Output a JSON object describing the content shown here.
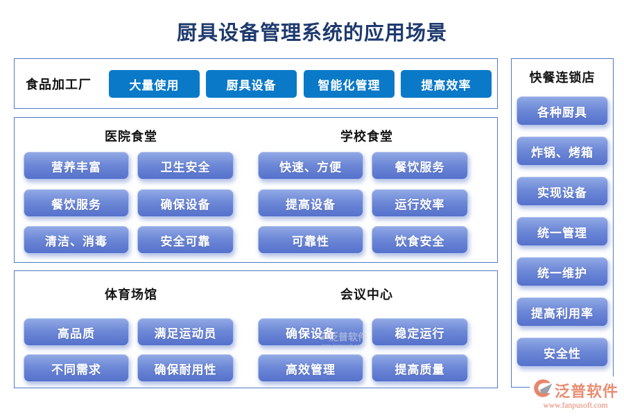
{
  "title": "厨具设备管理系统的应用场景",
  "colors": {
    "title_navy": "#1e3a6e",
    "flat_button_blue": "#0a79c8",
    "gradient_button_top": "#91a9e5",
    "gradient_button_bottom": "#5571cb",
    "box_border_blue": "#4e79c6",
    "logo_coral": "#e88d73"
  },
  "sections": {
    "food_factory": {
      "label": "食品加工厂",
      "buttons": [
        "大量使用",
        "厨具设备",
        "智能化管理",
        "提高效率"
      ]
    },
    "hospital": {
      "label": "医院食堂",
      "buttons": [
        "营养丰富",
        "卫生安全",
        "餐饮服务",
        "确保设备",
        "清洁、消毒",
        "安全可靠"
      ]
    },
    "school": {
      "label": "学校食堂",
      "buttons": [
        "快速、方便",
        "餐饮服务",
        "提高设备",
        "运行效率",
        "可靠性",
        "饮食安全"
      ]
    },
    "sports": {
      "label": "体育场馆",
      "buttons": [
        "高品质",
        "满足运动员",
        "不同需求",
        "确保耐用性"
      ]
    },
    "conference": {
      "label": "会议中心",
      "buttons": [
        "确保设备",
        "稳定运行",
        "高效管理",
        "提高质量"
      ]
    },
    "fastfood": {
      "label": "快餐连锁店",
      "buttons": [
        "各种厨具",
        "炸锅、烤箱",
        "实现设备",
        "统一管理",
        "统一维护",
        "提高利用率",
        "安全性"
      ]
    }
  },
  "watermark": {
    "text": "泛普软件",
    "subtext": "www.fanpusoft.com"
  },
  "logo": {
    "name": "泛普软件",
    "url": "www.fanpusoft.com"
  }
}
